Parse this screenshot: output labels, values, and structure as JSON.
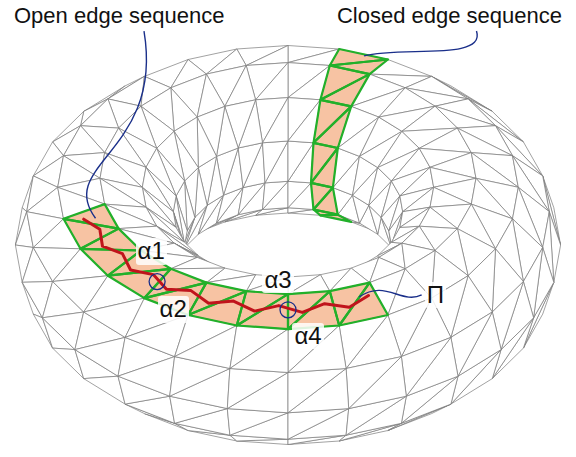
{
  "diagram": {
    "labels": [
      "Open edge sequence",
      "Closed edge sequence",
      "α1",
      "α2",
      "α3",
      "α4",
      "Π"
    ]
  }
}
